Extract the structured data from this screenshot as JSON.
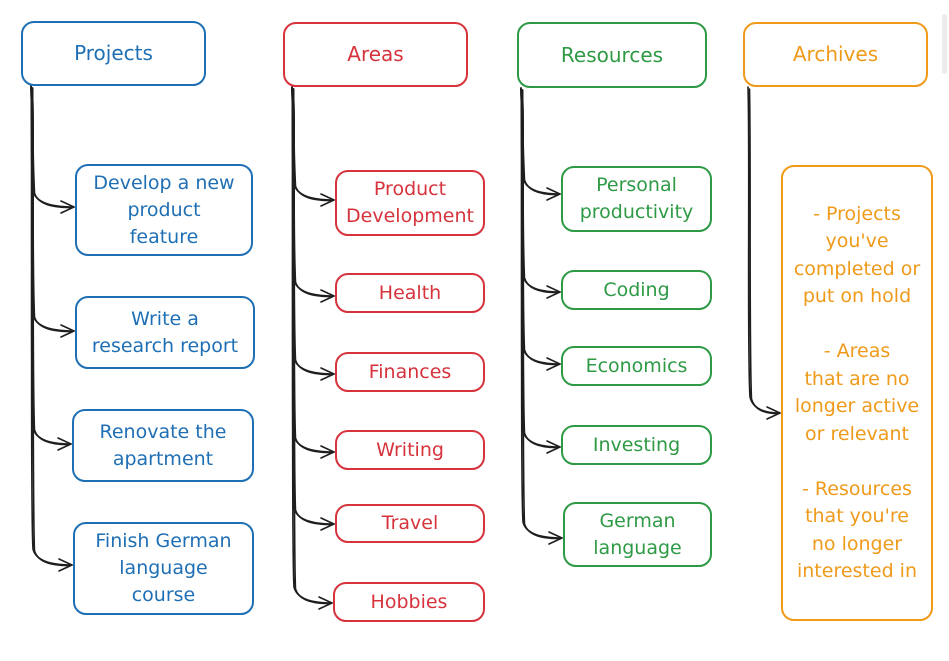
{
  "columns": {
    "projects": {
      "header": "Projects",
      "items": [
        "Develop a new\nproduct\nfeature",
        "Write a\nresearch report",
        "Renovate the\napartment",
        "Finish German\nlanguage\ncourse"
      ]
    },
    "areas": {
      "header": "Areas",
      "items": [
        "Product\nDevelopment",
        "Health",
        "Finances",
        "Writing",
        "Travel",
        "Hobbies"
      ]
    },
    "resources": {
      "header": "Resources",
      "items": [
        "Personal\nproductivity",
        "Coding",
        "Economics",
        "Investing",
        "German\nlanguage"
      ]
    },
    "archives": {
      "header": "Archives",
      "note": "- Projects\nyou've\ncompleted or\nput on hold\n\n- Areas\nthat are no\nlonger active\nor relevant\n\n- Resources\nthat you're\nno longer\ninterested in"
    }
  },
  "colors": {
    "projects": "#1f6fb5",
    "areas": "#d6333c",
    "resources": "#2e9a45",
    "archives": "#ef9a1a",
    "connector": "#1e1e1e"
  }
}
